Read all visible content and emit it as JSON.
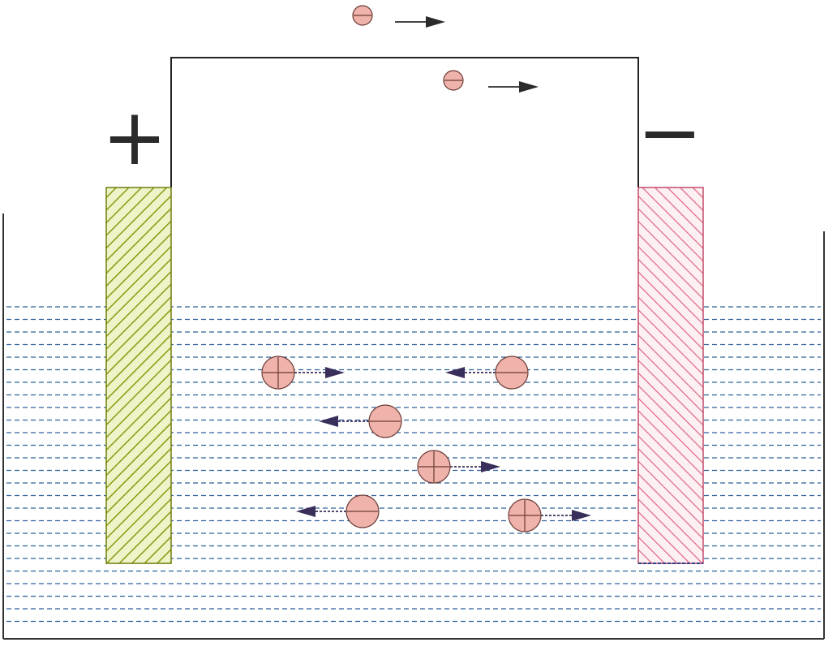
{
  "terminals": {
    "positive_symbol": "+",
    "negative_symbol": "−"
  },
  "colors": {
    "anode_hatch": "#8a9a10",
    "anode_fill": "#eef3c8",
    "cathode_hatch": "#e06a86",
    "cathode_fill": "#fdf0f3",
    "electrolyte_dash": "#2f5f9a",
    "particle_fill": "#f0b3ab",
    "particle_stroke": "#6b3b36",
    "wire": "#222222",
    "arrow_wire": "#2b2b2b",
    "arrow_solution": "#3a2e5a"
  },
  "particles": {
    "electrons_in_wire": [
      {
        "charge": "negative",
        "direction": "right"
      },
      {
        "charge": "negative",
        "direction": "right"
      }
    ],
    "ions_in_solution": [
      {
        "charge": "positive",
        "direction": "right"
      },
      {
        "charge": "negative",
        "direction": "left"
      },
      {
        "charge": "negative",
        "direction": "left"
      },
      {
        "charge": "positive",
        "direction": "right"
      },
      {
        "charge": "negative",
        "direction": "left"
      },
      {
        "charge": "positive",
        "direction": "right"
      }
    ]
  }
}
